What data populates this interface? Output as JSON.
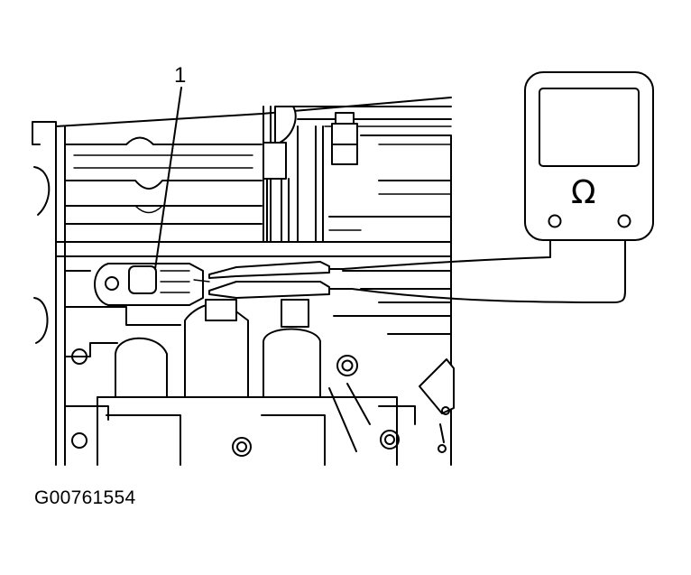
{
  "callout": {
    "number": "1"
  },
  "figure": {
    "id": "G00761554"
  },
  "meter": {
    "symbol": "Ω"
  },
  "colors": {
    "line": "#000000",
    "background": "#ffffff"
  }
}
